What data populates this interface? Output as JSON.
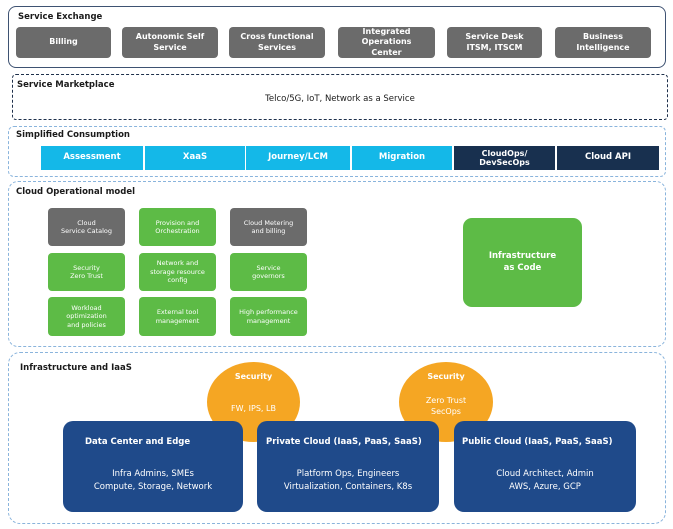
{
  "service_exchange": {
    "title": "Service Exchange",
    "items": [
      "Billing",
      "Autonomic Self\nService",
      "Cross functional\nServices",
      "Integrated Operations\nCenter",
      "Service Desk\nITSM, ITSCM",
      "Business\nIntelligence"
    ]
  },
  "service_marketplace": {
    "title": "Service Marketplace",
    "text": "Telco/5G, IoT, Network as a Service"
  },
  "simplified_consumption": {
    "title": "Simplified Consumption",
    "items": [
      "Assessment",
      "XaaS",
      "Journey/LCM",
      "Migration",
      "CloudOps/\nDevSecOps",
      "Cloud API"
    ]
  },
  "cloud_operational_model": {
    "title": "Cloud Operational model",
    "grid": [
      "Cloud\nService Catalog",
      "Provision and\nOrchestration",
      "Cloud Metering\nand billing",
      "Security\nZero Trust",
      "Network and\nstorage resource\nconfig",
      "Service\ngovernors",
      "Workload\noptimization\nand policies",
      "External tool\nmanagement",
      "High performance\nmanagement"
    ],
    "iac": "Infrastructure\nas Code"
  },
  "infrastructure": {
    "title": "Infrastructure and IaaS",
    "security_left": {
      "title": "Security",
      "text": "FW, IPS, LB"
    },
    "security_right": {
      "title": "Security",
      "text": "Zero Trust\nSecOps"
    },
    "cards": [
      {
        "title": "Data Center and Edge",
        "body": "Infra Admins, SMEs\nCompute, Storage, Network"
      },
      {
        "title": "Private Cloud (IaaS, PaaS, SaaS)",
        "body": "Platform Ops, Engineers\nVirtualization, Containers, K8s"
      },
      {
        "title": "Public Cloud (IaaS, PaaS, SaaS)",
        "body": "Cloud Architect, Admin\nAWS, Azure, GCP"
      }
    ]
  },
  "colors": {
    "gray_box": "#6b6b6b",
    "green_box": "#5dbb46",
    "cyan_box": "#14b8e8",
    "navy_box": "#18304f",
    "blue_card": "#1f4a8a",
    "orange_circle": "#f5a623"
  }
}
